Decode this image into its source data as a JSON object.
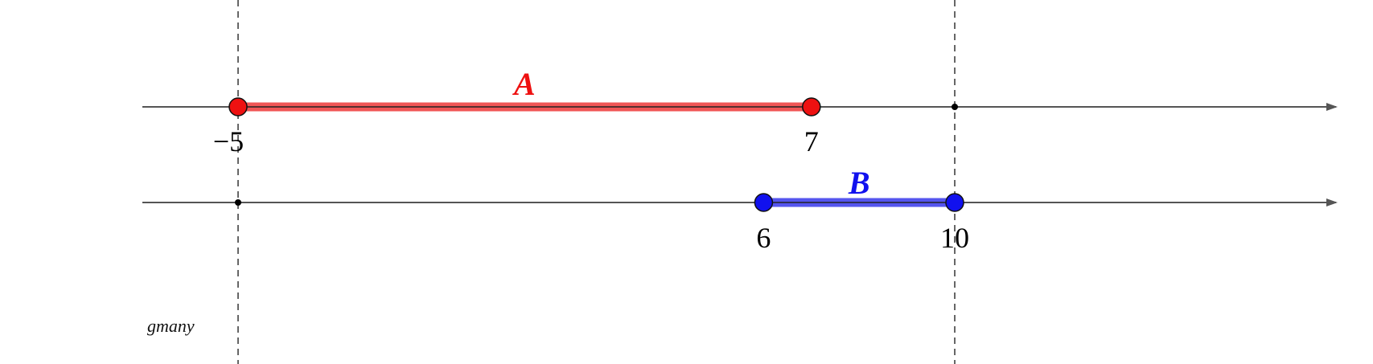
{
  "chart_data": {
    "type": "number-line-intervals",
    "x_range": [
      -6.9,
      17.3
    ],
    "guides": [
      -5,
      10
    ],
    "lines": [
      {
        "name": "A",
        "label": "A",
        "start": -5,
        "end": 7,
        "color": "#ee1111",
        "band_color": "#f05555",
        "marker": 10,
        "tick_labels": [
          "−5",
          "7"
        ]
      },
      {
        "name": "B",
        "label": "B",
        "start": 6,
        "end": 10,
        "color": "#1111ee",
        "band_color": "#5555ee",
        "marker": -5,
        "tick_labels": [
          "6",
          "10"
        ]
      }
    ]
  },
  "watermark": "gmany"
}
